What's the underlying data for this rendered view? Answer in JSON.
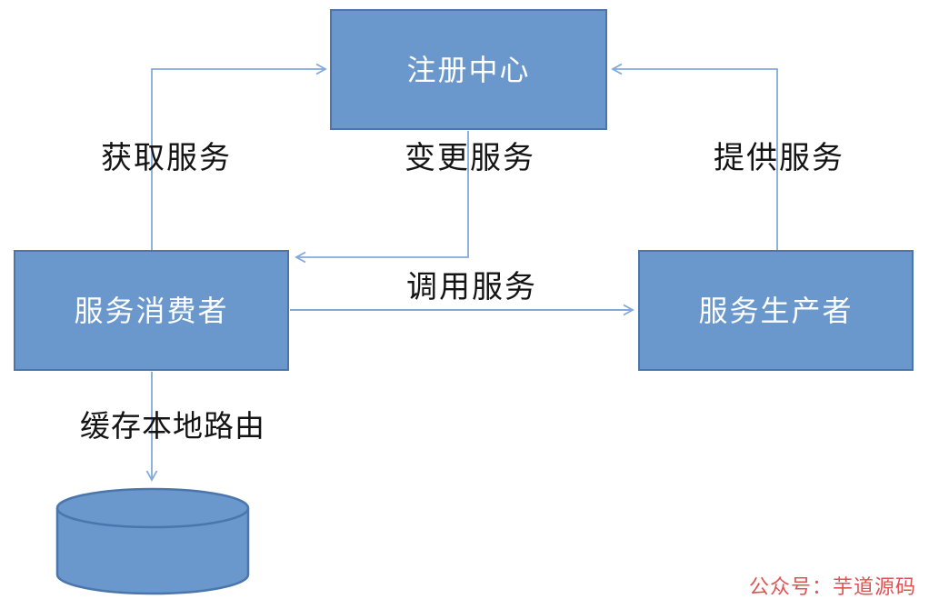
{
  "diagram": {
    "title": "service-registry-architecture",
    "nodes": {
      "registry": {
        "label": "注册中心",
        "shape": "rectangle"
      },
      "consumer": {
        "label": "服务消费者",
        "shape": "rectangle"
      },
      "producer": {
        "label": "服务生产者",
        "shape": "rectangle"
      },
      "local_cache": {
        "label": "",
        "shape": "cylinder",
        "meaning": "database-cylinder"
      }
    },
    "edges": {
      "get_service": {
        "label": "获取服务",
        "from": "consumer",
        "to": "registry"
      },
      "change_service": {
        "label": "变更服务",
        "from": "registry",
        "to": "consumer"
      },
      "provide_service": {
        "label": "提供服务",
        "from": "producer",
        "to": "registry"
      },
      "invoke_service": {
        "label": "调用服务",
        "from": "consumer",
        "to": "producer"
      },
      "cache_local_route": {
        "label": "缓存本地路由",
        "from": "consumer",
        "to": "local_cache"
      }
    },
    "watermark": "公众号：芋道源码",
    "colors": {
      "node_fill": "#6b98cc",
      "node_border": "#4a76ad",
      "connector": "#82a9db",
      "node_text": "#ffffff",
      "label_text": "#141414",
      "watermark_red": "#e05353",
      "background": "#ffffff"
    }
  }
}
